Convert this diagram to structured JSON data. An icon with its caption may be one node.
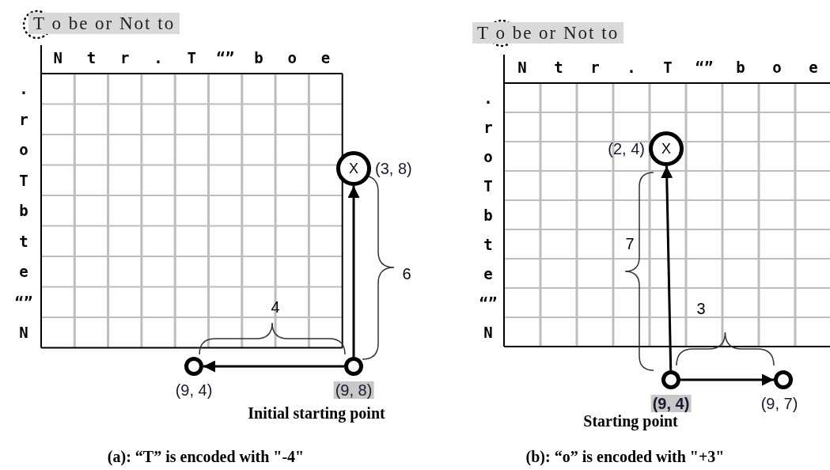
{
  "diagram": {
    "nodes": [
      {
        "text": [
          "X"
        ],
        "beside": [
          "(3, 8)"
        ]
      },
      {
        "text": [],
        "shape": "circle",
        "beside": [
          "(9, 4)"
        ]
      },
      {
        "text": [],
        "shape": "circle",
        "beside": [
          "(9, 8)",
          "Initial starting point"
        ]
      },
      {
        "text": [
          "X"
        ],
        "beside": [
          "(2, 4)"
        ]
      },
      {
        "text": [],
        "shape": "circle",
        "beside": [
          "(9, 4)",
          "Starting point"
        ]
      },
      {
        "text": [],
        "shape": "circle",
        "beside": [
          "(9, 7)"
        ]
      }
    ],
    "edges": [
      {
        "from": 2,
        "to": 0,
        "arrow": "to"
      },
      {
        "from": 2,
        "to": 1,
        "arrow": "to"
      },
      {
        "from": 4,
        "to": 3,
        "arrow": "to"
      },
      {
        "from": 4,
        "to": 5,
        "arrow": "to"
      }
    ],
    "labels": [
      "T o be or Not to",
      "N",
      "t",
      "r",
      ".",
      "T",
      "“”",
      "b",
      "o",
      "e",
      ".",
      "r",
      "o",
      "T",
      "b",
      "t",
      "e",
      "“”",
      "N",
      "4",
      "6",
      "(a): “T” is encoded with \"-4\"",
      "T o be or Not to",
      "N",
      "t",
      "r",
      ".",
      "T",
      "“”",
      "b",
      "o",
      "e",
      ".",
      "r",
      "o",
      "T",
      "b",
      "t",
      "e",
      "“”",
      "N",
      "7",
      "3",
      "(b): “o” is encoded with \"+3\""
    ]
  }
}
